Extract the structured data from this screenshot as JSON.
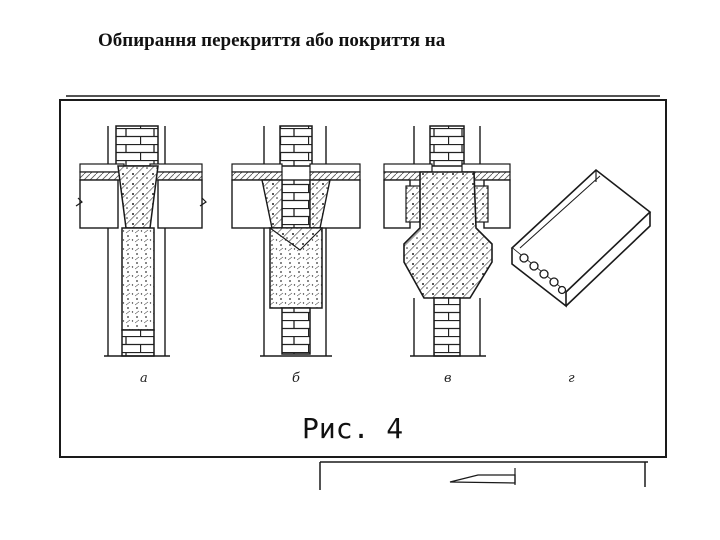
{
  "slide": {
    "title": "Обпирання перекриття або покриття на"
  },
  "figure": {
    "caption": "Рис. 4",
    "panels": [
      {
        "label": "а"
      },
      {
        "label": "б"
      },
      {
        "label": "в"
      },
      {
        "label": "г"
      }
    ]
  },
  "colors": {
    "ink": "#1a1a1a",
    "paper": "#ffffff",
    "hatch": "#444444"
  }
}
